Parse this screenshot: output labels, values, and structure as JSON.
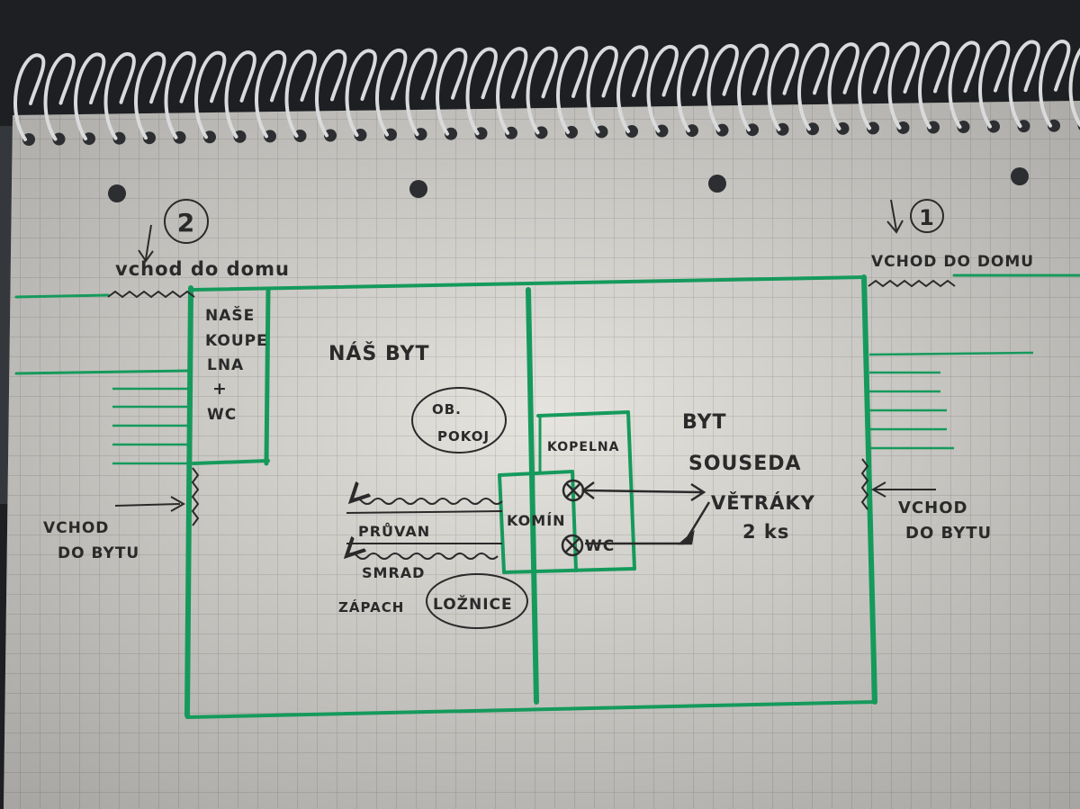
{
  "colors": {
    "paper": "#e6e4df",
    "grid": "#b9b8b3",
    "wall": "#159a5c",
    "ink": "#2a2a2a",
    "desk": "#1d1f22"
  },
  "markers": {
    "entrance_2": "2",
    "entrance_1": "1"
  },
  "labels": {
    "vchod_do_domu_left": "vchod do domu",
    "vchod_do_domu_right": "VCHOD DO DOMU",
    "vchod_do_bytu_left_1": "VCHOD",
    "vchod_do_bytu_left_2": "DO BYTU",
    "vchod_do_bytu_right_1": "VCHOD",
    "vchod_do_bytu_right_2": "DO BYTU",
    "koupelna_1": "NAŠE",
    "koupelna_2": "KOUPE",
    "koupelna_3": "LNA",
    "koupelna_4": "+",
    "koupelna_5": "WC",
    "nas_byt": "NÁŠ BYT",
    "ob_pokoj_1": "OB.",
    "ob_pokoj_2": "POKOJ",
    "kopelna": "KOPELNA",
    "komin": "KOMÍN",
    "wc": "WC",
    "byt_souseda_1": "BYT",
    "byt_souseda_2": "SOUSEDA",
    "vetraky_1": "VĚTRÁKY",
    "vetraky_2": "2 ks",
    "pruvan": "PRŮVAN",
    "smrad": "SMRAD",
    "zapach": "ZÁPACH",
    "loznice": "LOŽNICE"
  }
}
